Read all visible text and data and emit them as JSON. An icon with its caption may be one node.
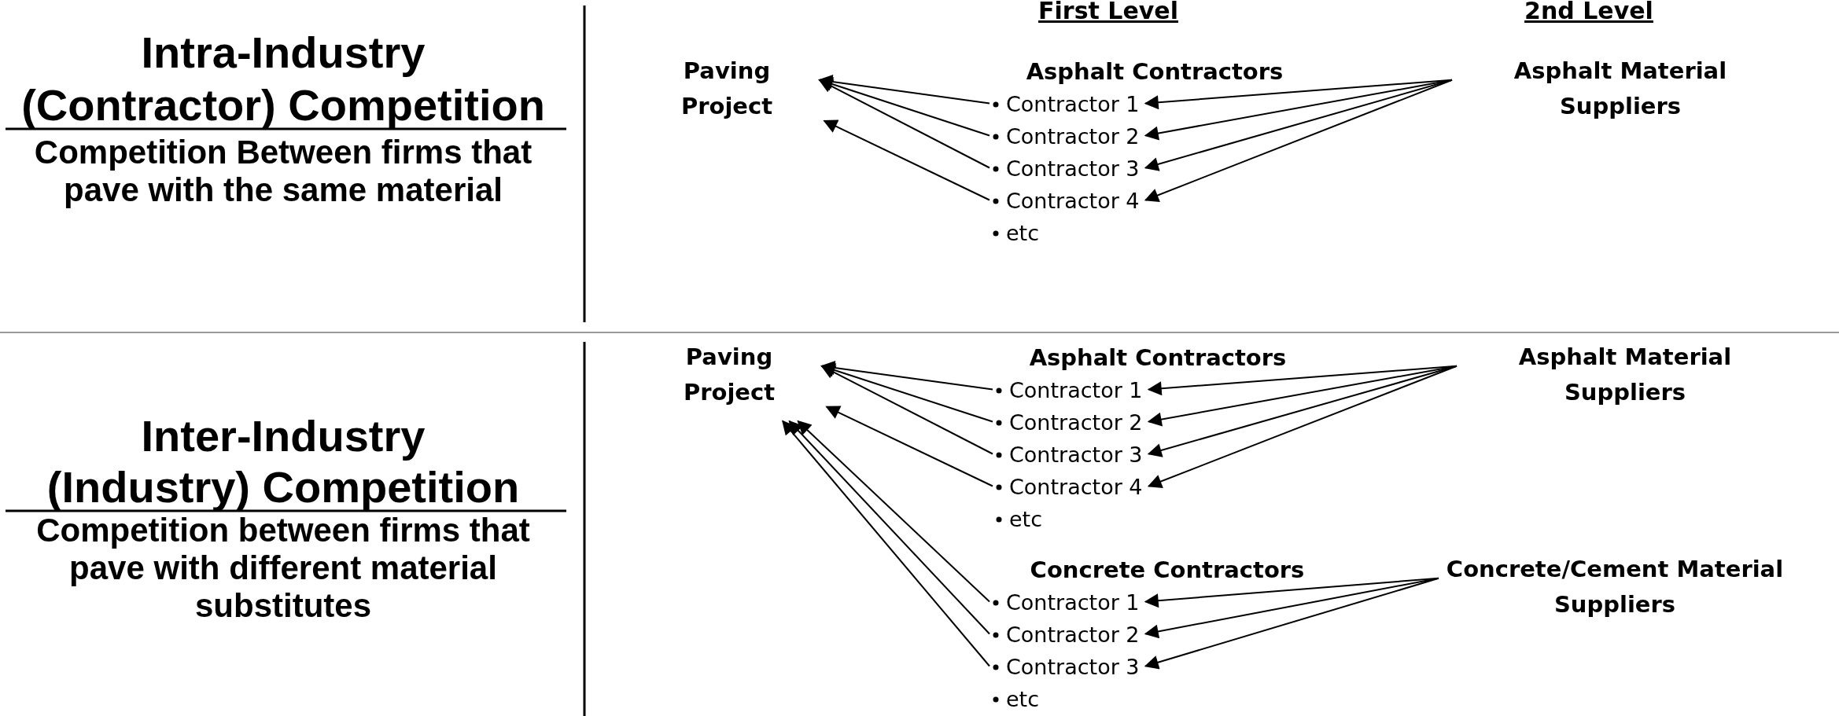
{
  "diagram": {
    "nodes": [
      {
        "text": [
          "Paving Project"
        ]
      },
      {
        "text": [
          "Asphalt Contractors"
        ]
      },
      {
        "text": [
          "Contractor 1"
        ],
        "in": 1
      },
      {
        "text": [
          "Contractor 2"
        ],
        "in": 1
      },
      {
        "text": [
          "Contractor 3"
        ],
        "in": 1
      },
      {
        "text": [
          "Contractor 4"
        ],
        "in": 1
      },
      {
        "text": [
          "etc"
        ],
        "in": 1
      },
      {
        "text": [
          "Asphalt Material Suppliers"
        ]
      },
      {
        "text": [
          "Paving Project"
        ]
      },
      {
        "text": [
          "Asphalt Contractors"
        ]
      },
      {
        "text": [
          "Contractor 1"
        ],
        "in": 9
      },
      {
        "text": [
          "Contractor 2"
        ],
        "in": 9
      },
      {
        "text": [
          "Contractor 3"
        ],
        "in": 9
      },
      {
        "text": [
          "Contractor 4"
        ],
        "in": 9
      },
      {
        "text": [
          "etc"
        ],
        "in": 9
      },
      {
        "text": [
          "Asphalt Material Suppliers"
        ]
      },
      {
        "text": [
          "Concrete Contractors"
        ]
      },
      {
        "text": [
          "Contractor 1"
        ],
        "in": 16
      },
      {
        "text": [
          "Contractor 2"
        ],
        "in": 16
      },
      {
        "text": [
          "Contractor 3"
        ],
        "in": 16
      },
      {
        "text": [
          "etc"
        ],
        "in": 16
      },
      {
        "text": [
          "Concrete/Cement Material Suppliers"
        ]
      }
    ],
    "edges": [
      {
        "from": 2,
        "to": 0,
        "arrow": "to"
      },
      {
        "from": 3,
        "to": 0,
        "arrow": "to"
      },
      {
        "from": 4,
        "to": 0,
        "arrow": "to"
      },
      {
        "from": 5,
        "to": 0,
        "arrow": "to"
      },
      {
        "from": 7,
        "to": 2,
        "arrow": "to"
      },
      {
        "from": 7,
        "to": 3,
        "arrow": "to"
      },
      {
        "from": 7,
        "to": 4,
        "arrow": "to"
      },
      {
        "from": 7,
        "to": 5,
        "arrow": "to"
      },
      {
        "from": 10,
        "to": 8,
        "arrow": "to"
      },
      {
        "from": 11,
        "to": 8,
        "arrow": "to"
      },
      {
        "from": 12,
        "to": 8,
        "arrow": "to"
      },
      {
        "from": 13,
        "to": 8,
        "arrow": "to"
      },
      {
        "from": 15,
        "to": 10,
        "arrow": "to"
      },
      {
        "from": 15,
        "to": 11,
        "arrow": "to"
      },
      {
        "from": 15,
        "to": 12,
        "arrow": "to"
      },
      {
        "from": 15,
        "to": 13,
        "arrow": "to"
      },
      {
        "from": 17,
        "to": 8,
        "arrow": "to"
      },
      {
        "from": 18,
        "to": 8,
        "arrow": "to"
      },
      {
        "from": 19,
        "to": 8,
        "arrow": "to"
      },
      {
        "from": 21,
        "to": 17,
        "arrow": "to"
      },
      {
        "from": 21,
        "to": 18,
        "arrow": "to"
      },
      {
        "from": 21,
        "to": 19,
        "arrow": "to"
      }
    ],
    "labels": [
      "First Level",
      "2nd Level",
      "Intra-Industry (Contractor) Competition",
      "Competition Between firms that pave with the same material",
      "Inter-Industry (Industry) Competition",
      "Competition between firms that pave with different material substitutes"
    ]
  }
}
